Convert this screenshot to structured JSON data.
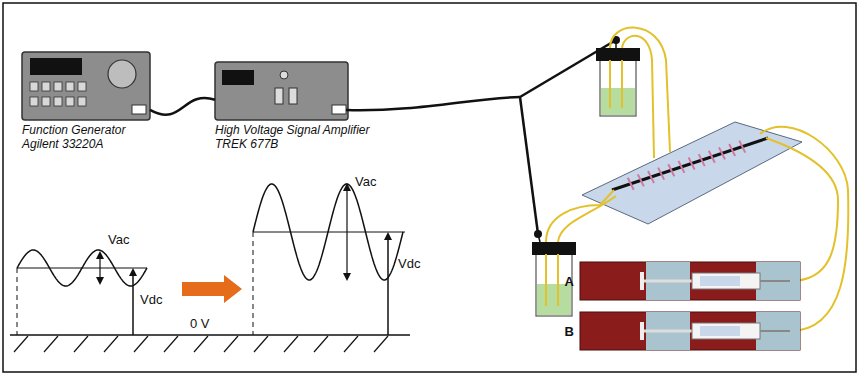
{
  "diagram": {
    "nodes": [
      {
        "text": [
          "Function Generator Agilent 33220A"
        ]
      },
      {
        "text": [
          "High Voltage Signal Amplifier TREK 677B"
        ]
      },
      {
        "text": [
          "A"
        ]
      },
      {
        "text": [
          "B"
        ]
      }
    ],
    "edges": [
      {
        "from": 0,
        "to": 1,
        "arrow": "none"
      }
    ],
    "labels": [
      "Vac",
      "Vdc",
      "0 V",
      "Vac",
      "Vdc"
    ]
  }
}
